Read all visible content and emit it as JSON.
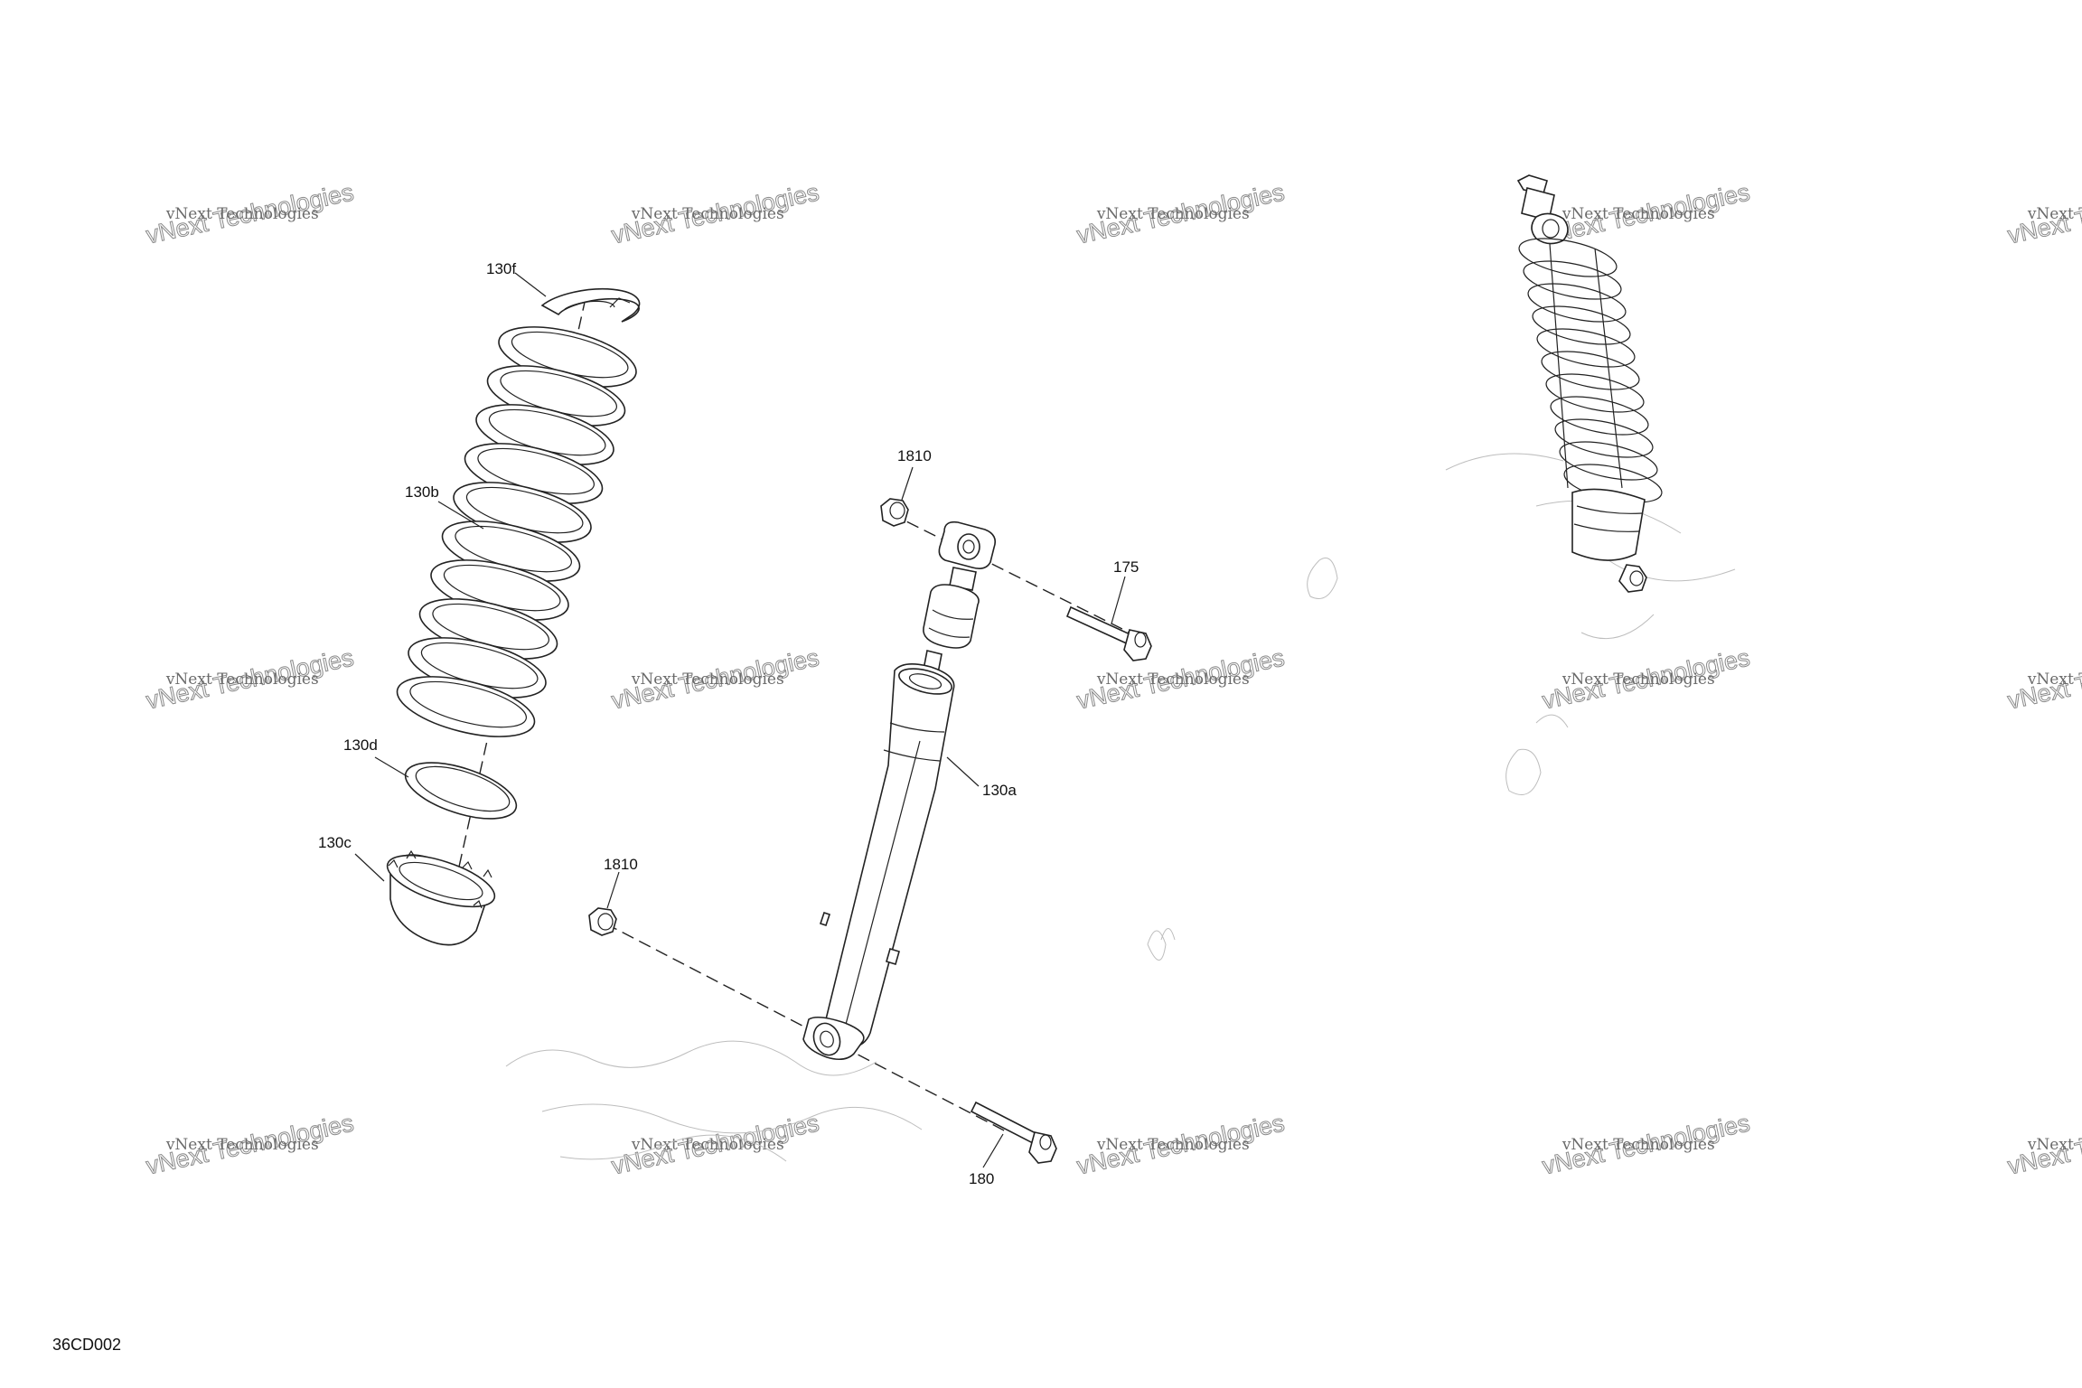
{
  "drawing_id": "36CD002",
  "watermark": {
    "line1": "vNext Technologies",
    "line2": "vNext Technologies"
  },
  "callouts": {
    "spring_seat_top": "130f",
    "spring": "130b",
    "spring_seat_ring": "130d",
    "adjuster_collar": "130c",
    "nut_top": "1810",
    "bolt_top": "175",
    "shock_body": "130a",
    "nut_bottom": "1810",
    "bolt_bottom": "180"
  }
}
